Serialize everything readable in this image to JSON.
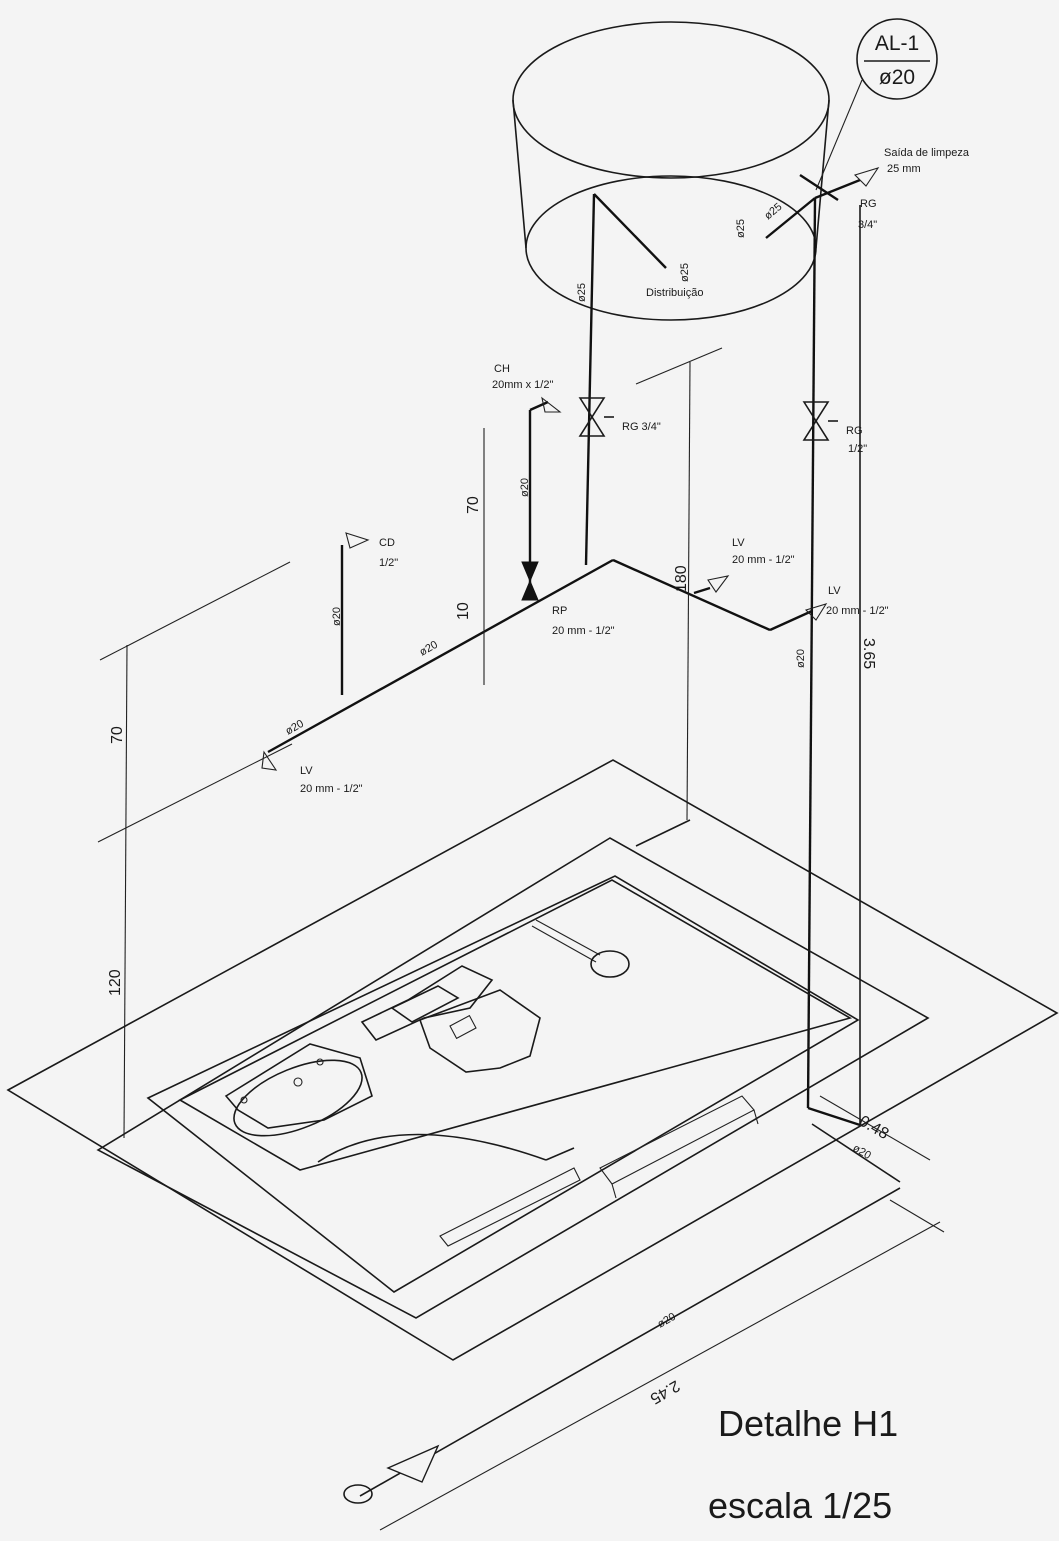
{
  "tag": {
    "top": "AL-1",
    "bottom": "ø20"
  },
  "labels": {
    "saida": "Saída de limpeza",
    "saida_size": "25 mm",
    "rg_top": "RG",
    "rg_top_size": "3/4\"",
    "d25_a": "ø25",
    "d25_b": "ø25",
    "d25_c": "ø25",
    "d25_d": "ø25",
    "distribuicao": "Distribuição",
    "ch": "CH",
    "ch_size": "20mm x 1/2\"",
    "rg34": "RG 3/4\"",
    "rg_right": "RG",
    "rg_right_size": "1/2\"",
    "cd": "CD",
    "cd_size": "1/2\"",
    "d20_a": "ø20",
    "d20_b": "ø20",
    "d20_c": "ø20",
    "d20_d": "ø20",
    "d20_e": "ø20",
    "d20_f": "ø20",
    "d20_g": "ø20",
    "rp": "RP",
    "rp_size": "20 mm - 1/2\"",
    "lv1": "LV",
    "lv1_size": "20 mm - 1/2\"",
    "lv2": "LV",
    "lv2_size": "20 mm - 1/2\"",
    "lv3": "LV",
    "lv3_size": "20 mm - 1/2\""
  },
  "dimensions": {
    "d70_top": "70",
    "d10": "10",
    "d180": "180",
    "d365": "3.65",
    "d70_left": "70",
    "d120": "120",
    "d048": "0.48",
    "d245": "2.45"
  },
  "title": {
    "line1": "Detalhe H1",
    "line2": "escala 1/25"
  }
}
